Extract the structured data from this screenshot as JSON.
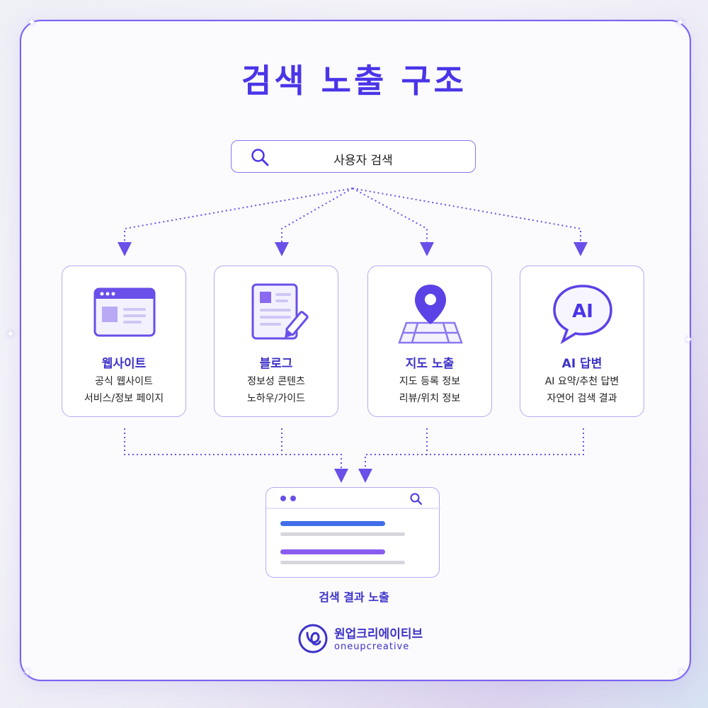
{
  "title": "검색 노출 구조",
  "search": {
    "label": "사용자 검색",
    "icon": "search-icon"
  },
  "channels": [
    {
      "title": "웹사이트",
      "lines": [
        "공식 웹사이트",
        "서비스/정보 페이지"
      ],
      "icon": "website-window-icon"
    },
    {
      "title": "블로그",
      "lines": [
        "정보성 콘텐츠",
        "노하우/가이드"
      ],
      "icon": "blog-document-pen-icon"
    },
    {
      "title": "지도 노출",
      "lines": [
        "지도 등록 정보",
        "리뷰/위치 정보"
      ],
      "icon": "map-pin-icon"
    },
    {
      "title": "AI 답변",
      "lines": [
        "AI 요약/추천 답변",
        "자연어 검색 결과"
      ],
      "icon": "ai-chat-bubble-icon",
      "icon_text": "AI"
    }
  ],
  "result": {
    "label": "검색 결과 노출",
    "icon": "search-results-window-icon"
  },
  "brand": {
    "korean": "원업크리에이티브",
    "english": "oneupcreative",
    "icon": "oneup-logo-icon"
  },
  "colors": {
    "accent": "#4a35e8",
    "accent_light": "#8776f0",
    "border": "#b4aaf2",
    "result_bar_blue": "#3f6ee8",
    "result_bar_purple": "#8a5cf0"
  }
}
